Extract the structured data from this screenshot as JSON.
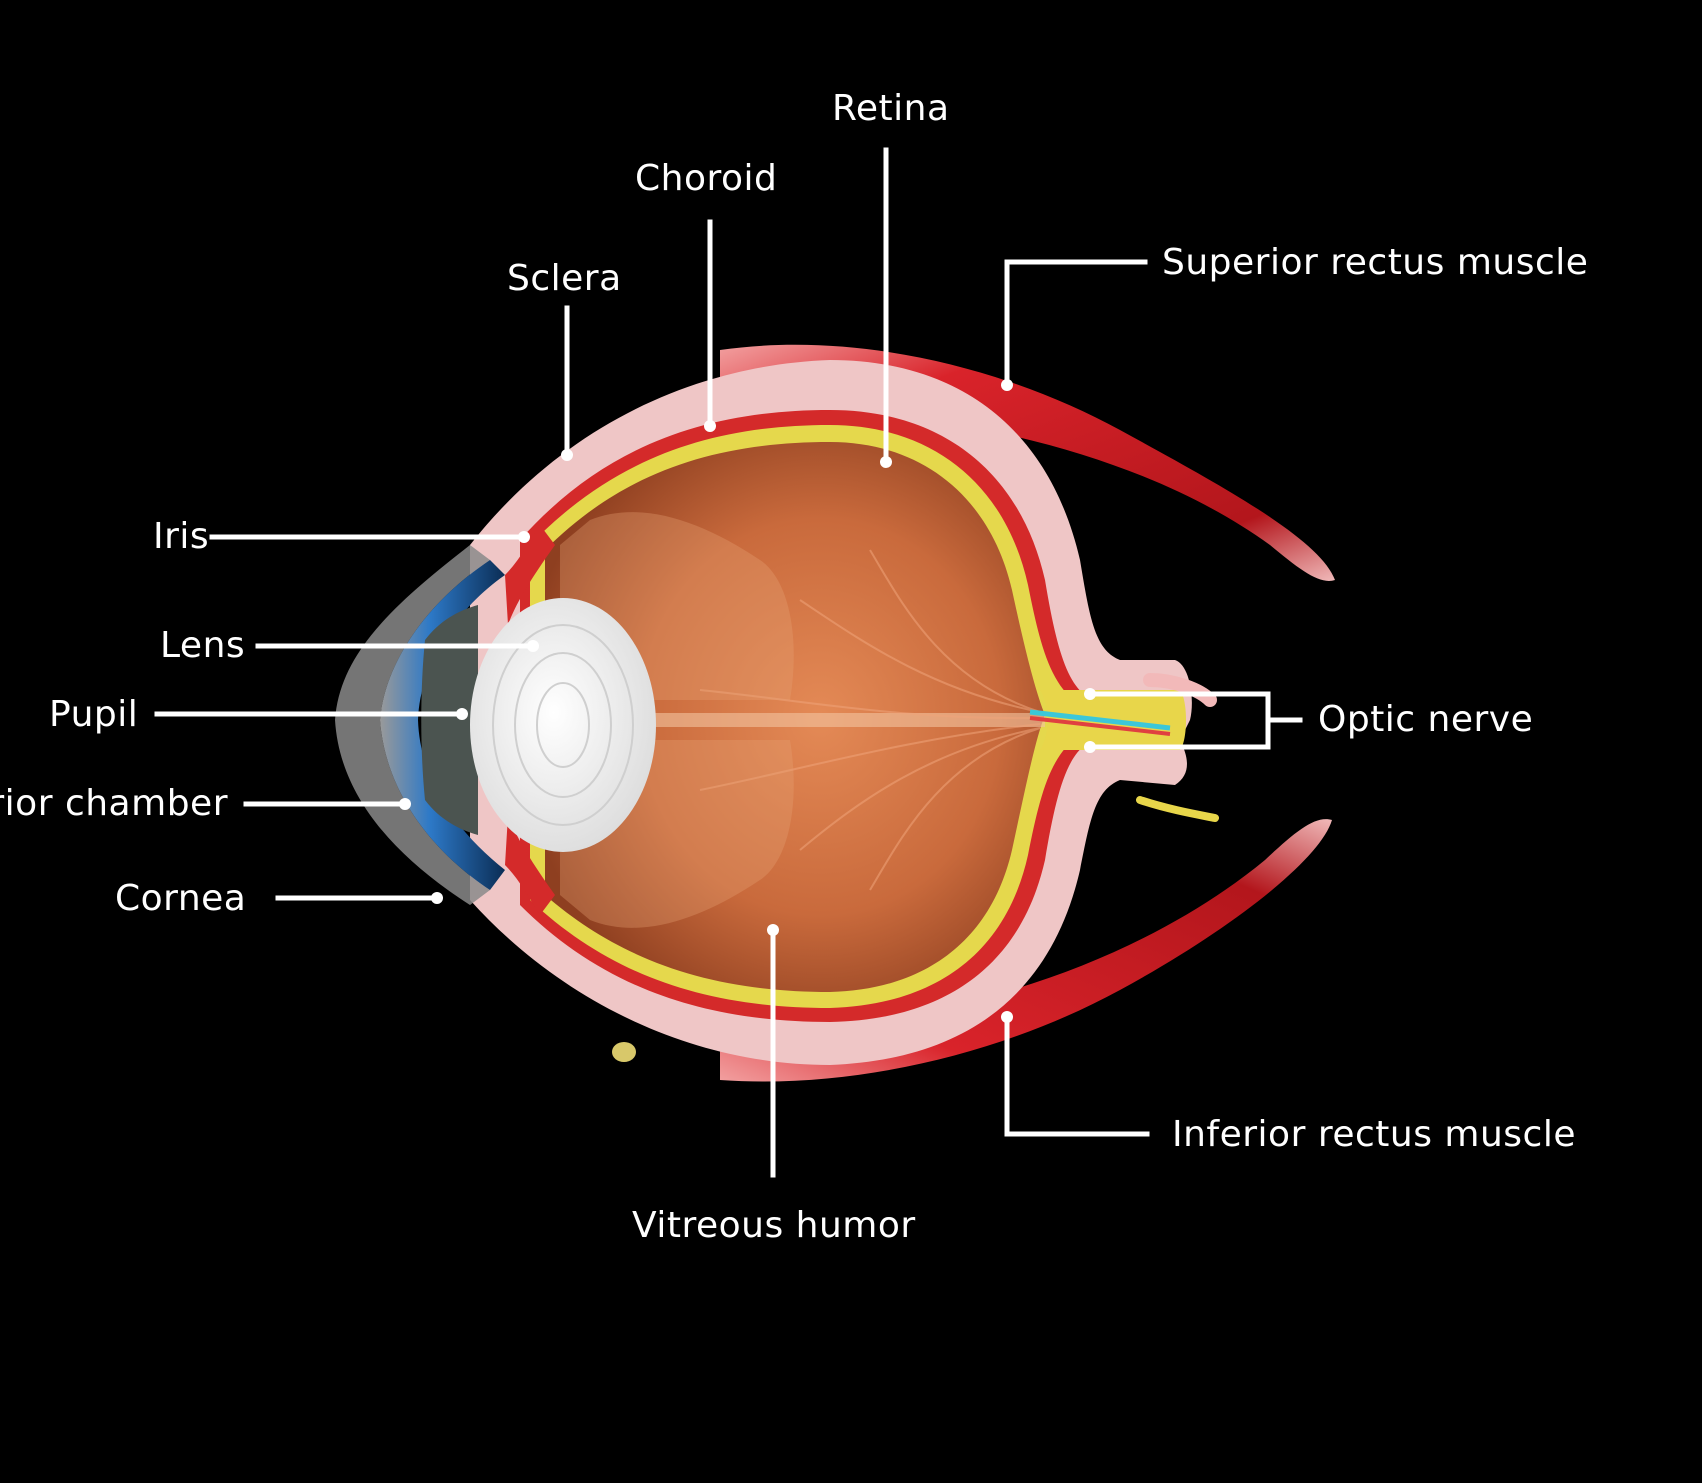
{
  "diagram": {
    "labels": {
      "retina": "Retina",
      "choroid": "Choroid",
      "sclera": "Sclera",
      "superior_rectus": "Superior rectus muscle",
      "iris": "Iris",
      "lens": "Lens",
      "pupil": "Pupil",
      "anterior_chamber": "Anterior chamber",
      "cornea": "Cornea",
      "optic_nerve": "Optic nerve",
      "inferior_rectus": "Inferior rectus muscle",
      "vitreous_humor": "Vitreous humor"
    },
    "colors": {
      "background": "#000000",
      "sclera": "#f2c9c9",
      "choroid": "#d42a2a",
      "retina": "#e6d84a",
      "vitreous": "#c8683c",
      "muscle": "#d8232a",
      "cornea": "#3a8fd6",
      "lens": "#f5f5f5",
      "label_text": "#ffffff"
    }
  }
}
